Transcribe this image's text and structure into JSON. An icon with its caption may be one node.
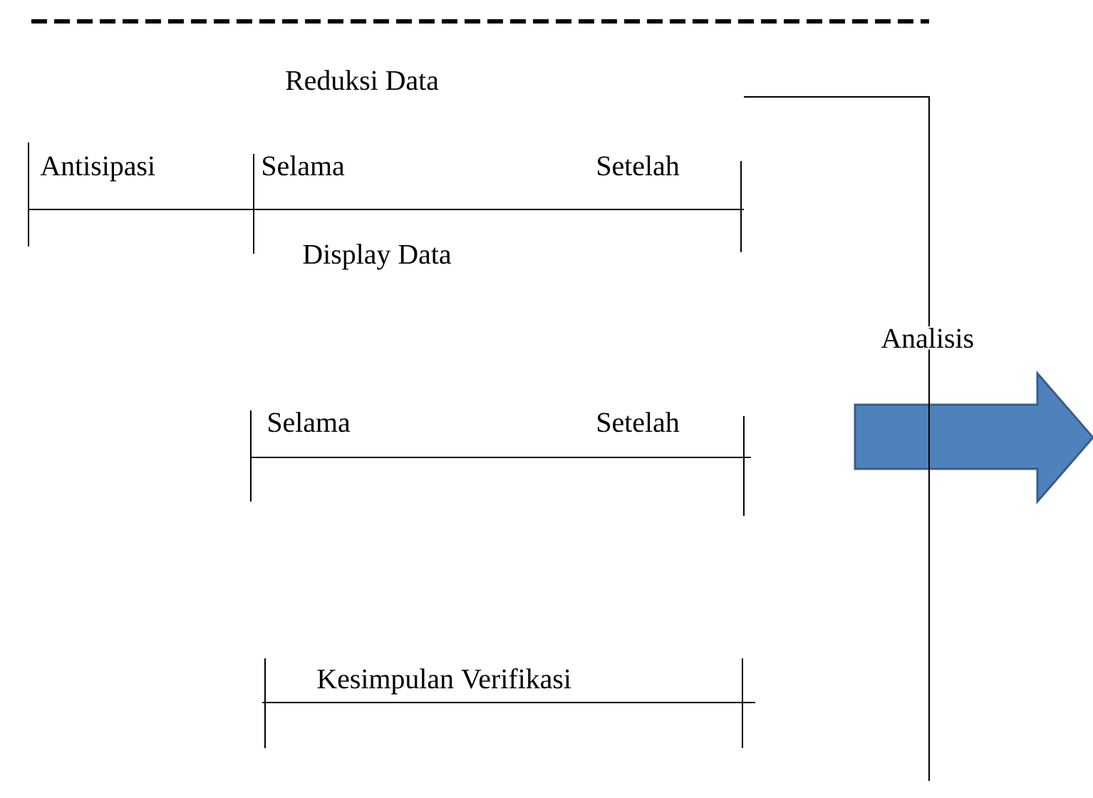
{
  "diagram": {
    "labels": [
      "Reduksi Data",
      "Antisipasi",
      "Selama",
      "Setelah",
      "Display Data",
      "Analisis",
      "Selama",
      "Setelah",
      "Kesimpulan Verifikasi"
    ]
  }
}
